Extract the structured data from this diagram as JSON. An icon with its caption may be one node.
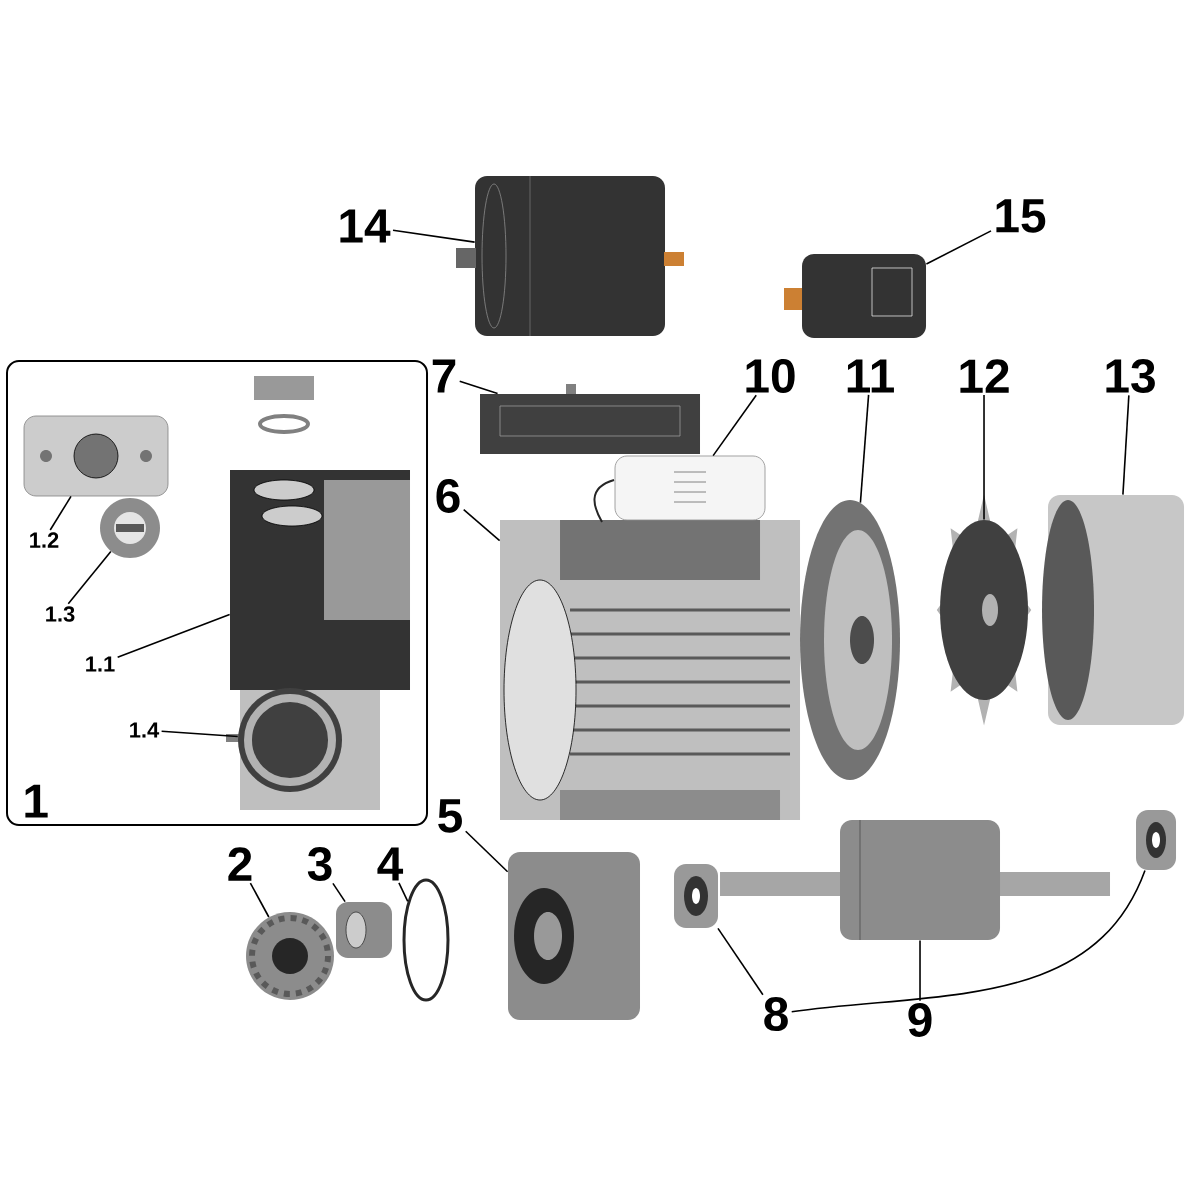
{
  "diagram": {
    "nodes": [
      {
        "text": [
          "1"
        ]
      },
      {
        "text": [
          "14"
        ]
      },
      {
        "text": [],
        "shape": "picture"
      },
      {
        "text": [
          "15"
        ]
      },
      {
        "text": [],
        "shape": "picture"
      },
      {
        "text": [
          "1.2"
        ],
        "in": 0
      },
      {
        "text": [],
        "shape": "picture",
        "in": 0
      },
      {
        "text": [
          "1.3"
        ],
        "in": 0
      },
      {
        "text": [],
        "shape": "picture",
        "in": 0
      },
      {
        "text": [
          "1.1"
        ],
        "in": 0
      },
      {
        "text": [],
        "shape": "picture",
        "in": 0
      },
      {
        "text": [
          "1.4"
        ],
        "in": 0
      },
      {
        "text": [],
        "shape": "picture",
        "in": 0
      },
      {
        "text": [
          "2"
        ]
      },
      {
        "text": [],
        "shape": "picture"
      },
      {
        "text": [
          "3"
        ]
      },
      {
        "text": [],
        "shape": "picture"
      },
      {
        "text": [
          "4"
        ]
      },
      {
        "text": [],
        "shape": "circle"
      },
      {
        "text": [
          "5"
        ]
      },
      {
        "text": [],
        "shape": "picture"
      },
      {
        "text": [
          "6"
        ]
      },
      {
        "text": [],
        "shape": "picture"
      },
      {
        "text": [
          "7"
        ]
      },
      {
        "text": [],
        "shape": "picture"
      },
      {
        "text": [
          "10"
        ]
      },
      {
        "text": [],
        "shape": "picture"
      },
      {
        "text": [
          "11"
        ]
      },
      {
        "text": [],
        "shape": "picture"
      },
      {
        "text": [
          "12"
        ]
      },
      {
        "text": [],
        "shape": "picture"
      },
      {
        "text": [
          "13"
        ]
      },
      {
        "text": [],
        "shape": "picture"
      },
      {
        "text": [
          "8"
        ]
      },
      {
        "text": [],
        "shape": "picture"
      },
      {
        "text": [],
        "shape": "picture"
      },
      {
        "text": [
          "9"
        ]
      },
      {
        "text": [],
        "shape": "picture"
      }
    ],
    "edges": [
      {
        "from": 1,
        "to": 2,
        "arrow": "none"
      },
      {
        "from": 3,
        "to": 4,
        "arrow": "none"
      },
      {
        "from": 5,
        "to": 6,
        "arrow": "none"
      },
      {
        "from": 7,
        "to": 8,
        "arrow": "none"
      },
      {
        "from": 9,
        "to": 10,
        "arrow": "none"
      },
      {
        "from": 11,
        "to": 12,
        "arrow": "none"
      },
      {
        "from": 13,
        "to": 14,
        "arrow": "none"
      },
      {
        "from": 15,
        "to": 16,
        "arrow": "none"
      },
      {
        "from": 17,
        "to": 18,
        "arrow": "none"
      },
      {
        "from": 19,
        "to": 20,
        "arrow": "none"
      },
      {
        "from": 21,
        "to": 22,
        "arrow": "none"
      },
      {
        "from": 23,
        "to": 24,
        "arrow": "none"
      },
      {
        "from": 25,
        "to": 26,
        "arrow": "none"
      },
      {
        "from": 27,
        "to": 28,
        "arrow": "none"
      },
      {
        "from": 29,
        "to": 30,
        "arrow": "none"
      },
      {
        "from": 31,
        "to": 32,
        "arrow": "none"
      },
      {
        "from": 33,
        "to": 34,
        "arrow": "none"
      },
      {
        "from": 33,
        "to": 35,
        "arrow": "none"
      },
      {
        "from": 36,
        "to": 37,
        "arrow": "none"
      }
    ]
  }
}
